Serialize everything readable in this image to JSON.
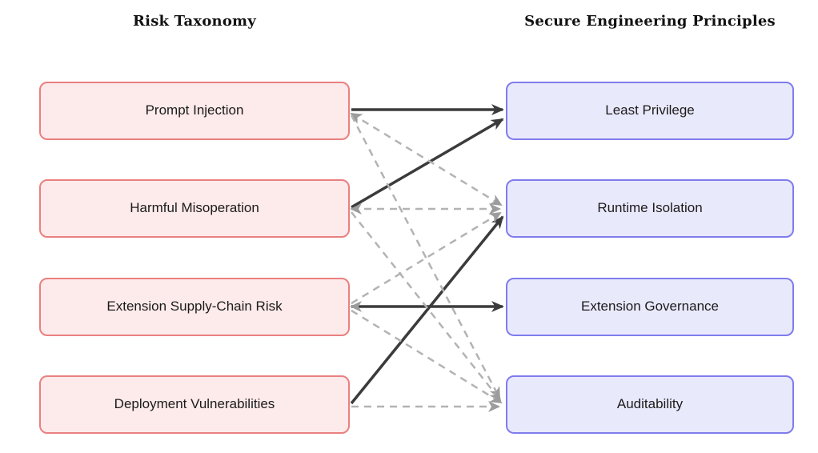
{
  "diagram": {
    "left_header": "Risk Taxonomy",
    "right_header": "Secure Engineering Principles",
    "colors": {
      "risk_fill": "#fdeaea",
      "risk_border": "#ea8080",
      "principle_fill": "#e9e9fc",
      "principle_border": "#7f7cec",
      "solid_edge": "#3b3b3b",
      "dashed_edge": "#b3b3b3",
      "gray_arrow": "#9c9c9c"
    },
    "risks": [
      {
        "id": "prompt_injection",
        "label": "Prompt Injection"
      },
      {
        "id": "harmful_misoperation",
        "label": "Harmful Misoperation"
      },
      {
        "id": "extension_supply_chain",
        "label": "Extension Supply-Chain Risk"
      },
      {
        "id": "deployment_vulnerabilities",
        "label": "Deployment Vulnerabilities"
      }
    ],
    "principles": [
      {
        "id": "least_privilege",
        "label": "Least Privilege"
      },
      {
        "id": "runtime_isolation",
        "label": "Runtime Isolation"
      },
      {
        "id": "extension_governance",
        "label": "Extension Governance"
      },
      {
        "id": "auditability",
        "label": "Auditability"
      }
    ],
    "edges": [
      {
        "from": "prompt_injection",
        "to": "least_privilege",
        "style": "solid",
        "start_arrow": false
      },
      {
        "from": "harmful_misoperation",
        "to": "least_privilege",
        "style": "solid",
        "start_arrow": false
      },
      {
        "from": "extension_supply_chain",
        "to": "extension_governance",
        "style": "solid",
        "start_arrow": true
      },
      {
        "from": "deployment_vulnerabilities",
        "to": "runtime_isolation",
        "style": "solid",
        "start_arrow": false
      },
      {
        "from": "prompt_injection",
        "to": "runtime_isolation",
        "style": "dashed",
        "start_arrow": true
      },
      {
        "from": "prompt_injection",
        "to": "auditability",
        "style": "dashed",
        "start_arrow": false
      },
      {
        "from": "harmful_misoperation",
        "to": "runtime_isolation",
        "style": "dashed",
        "start_arrow": true
      },
      {
        "from": "harmful_misoperation",
        "to": "auditability",
        "style": "dashed",
        "start_arrow": false
      },
      {
        "from": "extension_supply_chain",
        "to": "runtime_isolation",
        "style": "dashed",
        "start_arrow": false
      },
      {
        "from": "extension_supply_chain",
        "to": "auditability",
        "style": "dashed",
        "start_arrow": false
      },
      {
        "from": "deployment_vulnerabilities",
        "to": "auditability",
        "style": "dashed",
        "start_arrow": false
      }
    ]
  }
}
